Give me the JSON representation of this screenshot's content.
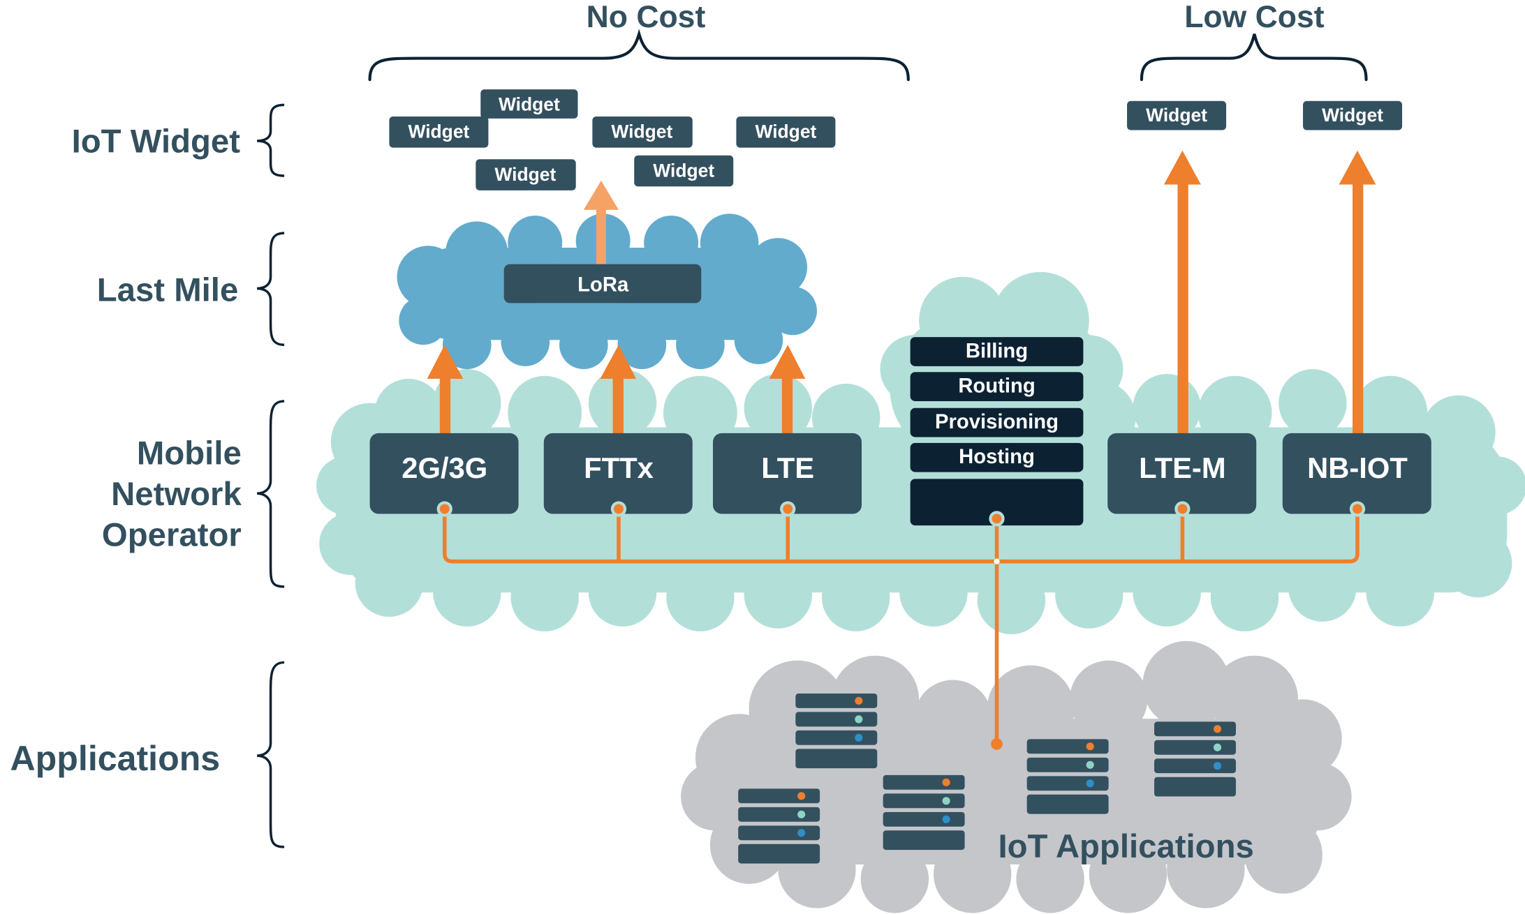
{
  "colors": {
    "dark_slate": "#33505f",
    "navy": "#0c2233",
    "orange": "#ee7f2d",
    "light_orange": "#f4a266",
    "mno_cloud": "#b3dfd9",
    "lastmile_cloud": "#62abcd",
    "apps_cloud": "#c4c6ca",
    "server_orange": "#ee7f2d",
    "server_mint": "#8fd3c4",
    "server_blue": "#2f8fc7"
  },
  "headers": {
    "no_cost": "No Cost",
    "low_cost": "Low Cost"
  },
  "bands": {
    "iot_widget": "IoT Widget",
    "last_mile": "Last Mile",
    "mno_line1": "Mobile",
    "mno_line2": "Network",
    "mno_line3": "Operator",
    "applications": "Applications"
  },
  "widgets": {
    "label": "Widget"
  },
  "last_mile": {
    "lora": "LoRa"
  },
  "network": {
    "g23": "2G/3G",
    "fttx": "FTTx",
    "lte": "LTE",
    "ltem": "LTE-M",
    "nbiot": "NB-IOT"
  },
  "services": {
    "billing": "Billing",
    "routing": "Routing",
    "provisioning": "Provisioning",
    "hosting": "Hosting"
  },
  "applications": {
    "label": "IoT Applications"
  }
}
